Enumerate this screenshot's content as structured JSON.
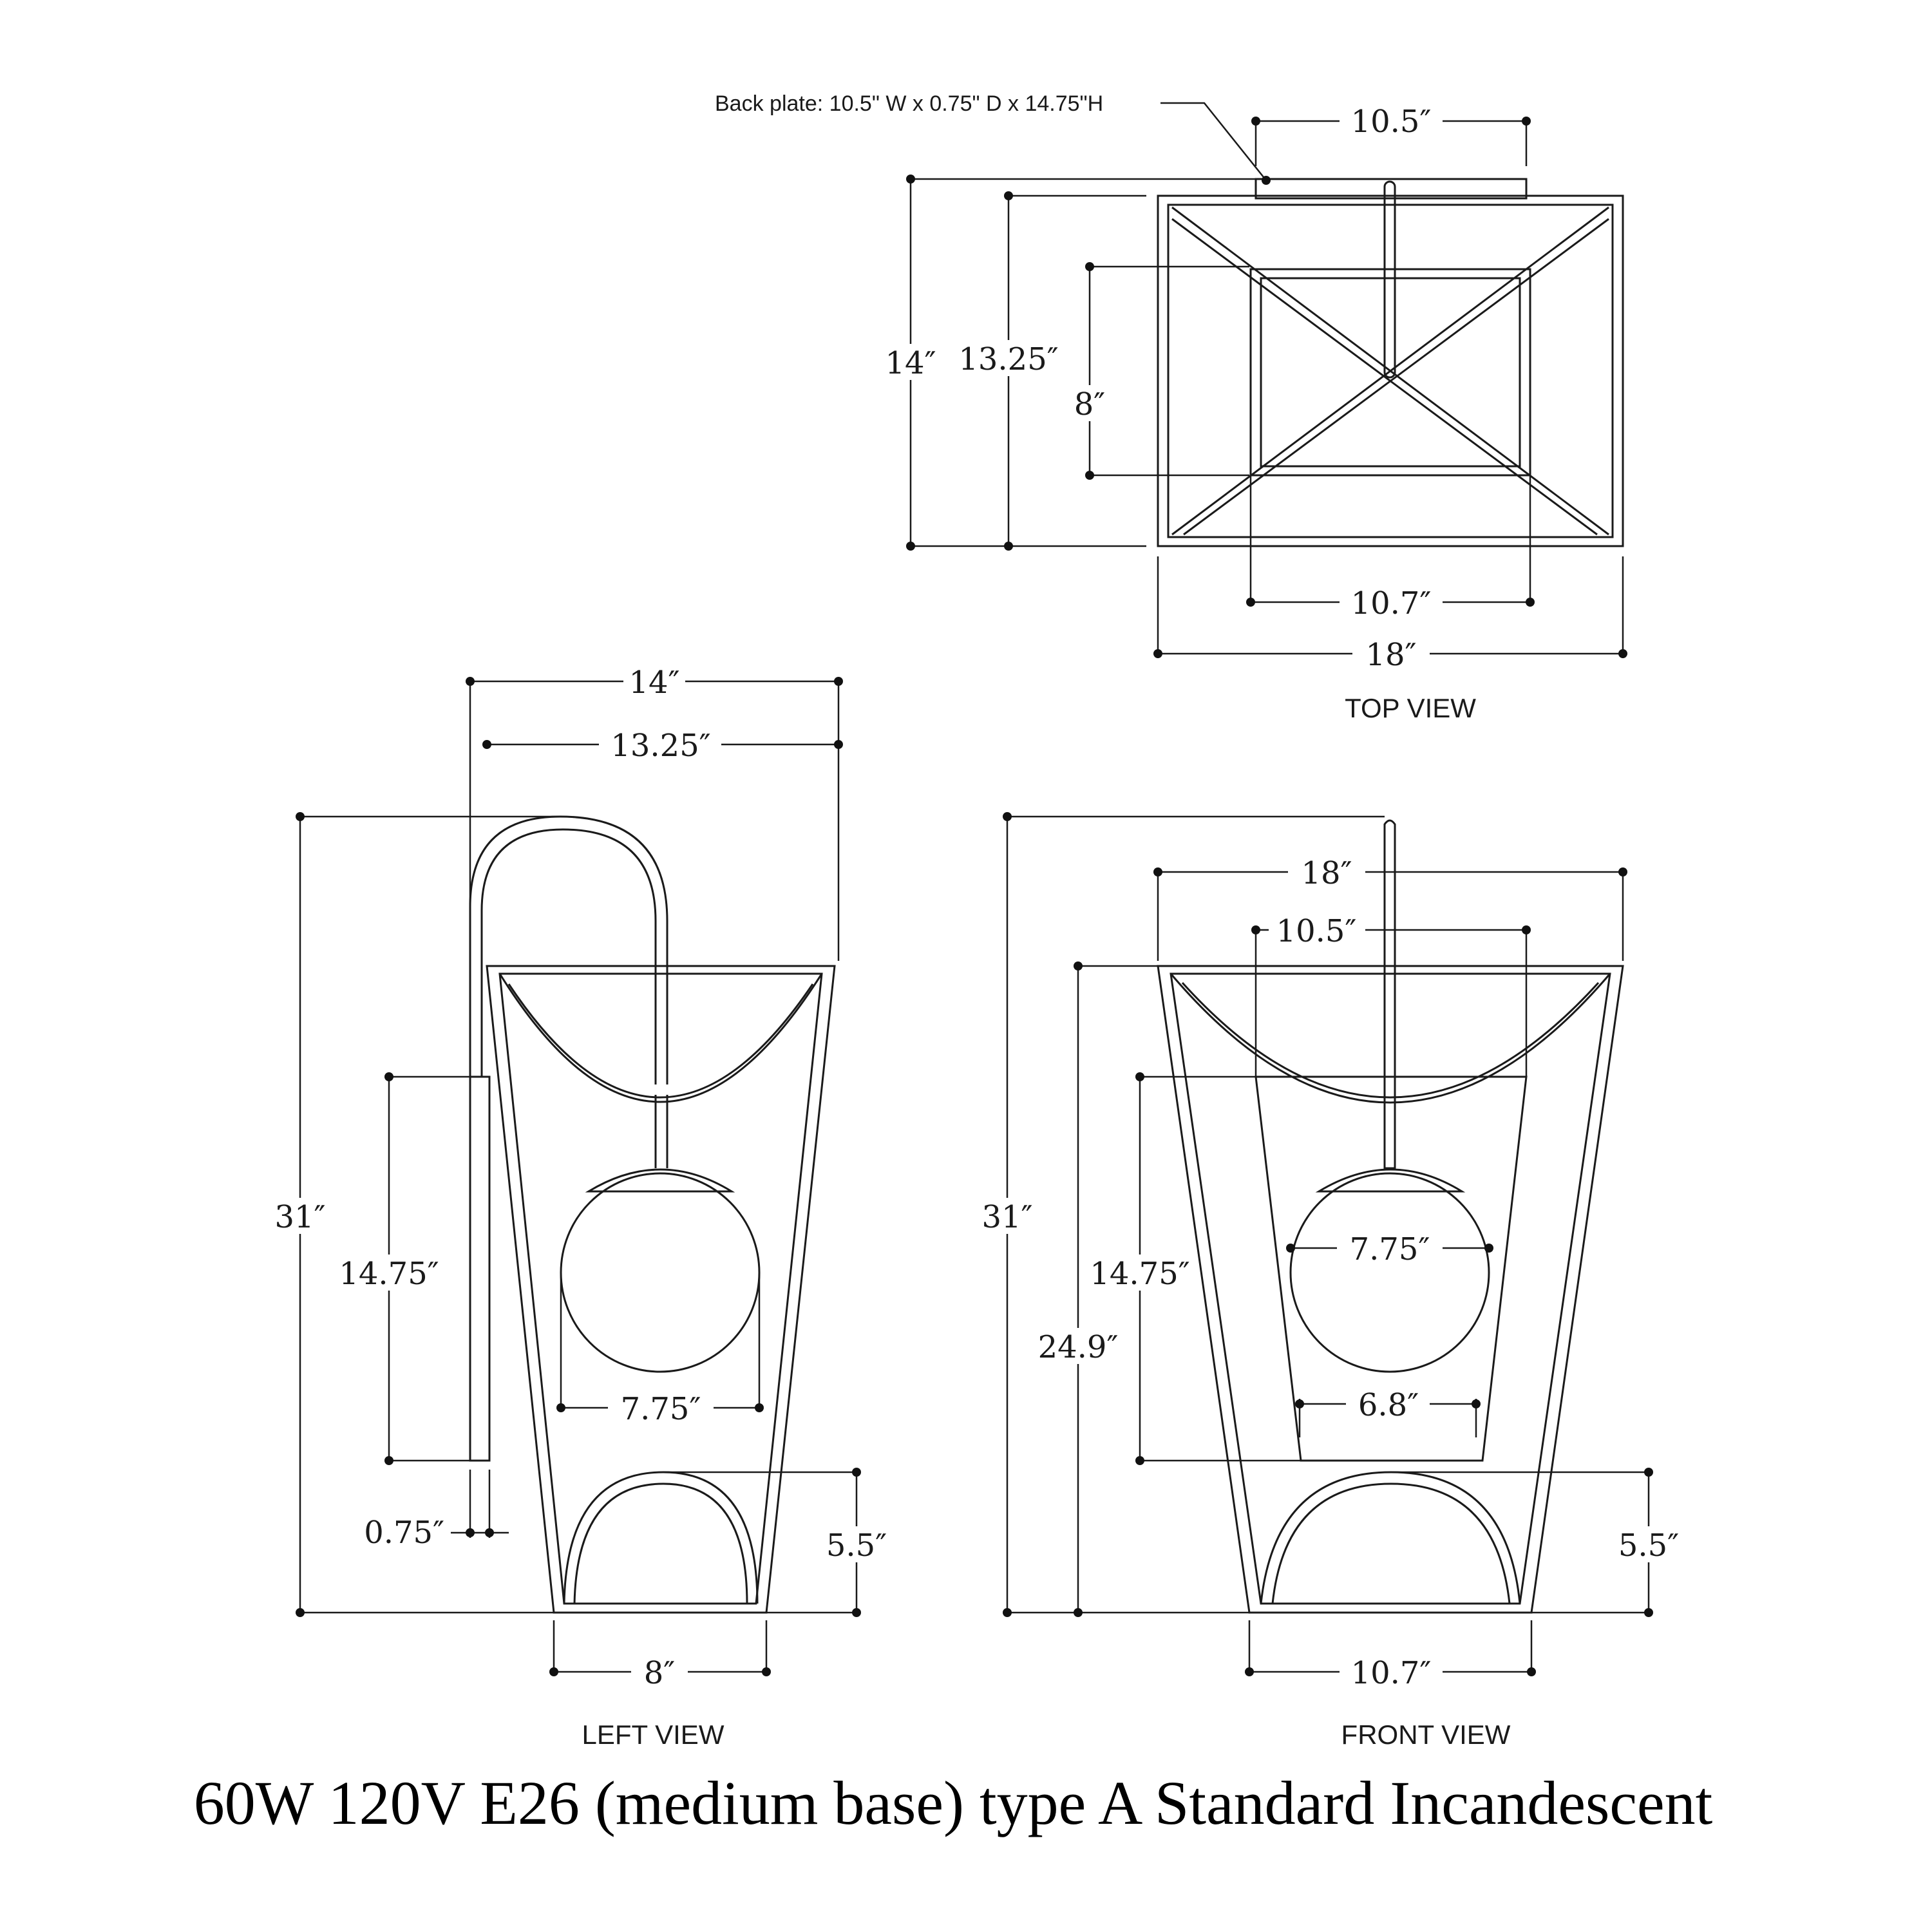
{
  "top_view": {
    "caption": "TOP VIEW",
    "back_plate_note": "Back plate: 10.5\" W x 0.75\" D x 14.75\"H",
    "dim_top_width": "10.5″",
    "dim_outer_depth": "14″",
    "dim_inner_depth": "13.25″",
    "dim_inner_box": "8″",
    "dim_inner_width": "10.7″",
    "dim_outer_width": "18″"
  },
  "left_view": {
    "caption": "LEFT VIEW",
    "dim_depth": "14″",
    "dim_shade_depth": "13.25″",
    "dim_height": "31″",
    "dim_backplate_height": "14.75″",
    "dim_backplate_depth": "0.75″",
    "dim_globe": "7.75″",
    "dim_arch": "5.5″",
    "dim_bottom": "8″"
  },
  "front_view": {
    "caption": "FRONT VIEW",
    "dim_width": "18″",
    "dim_backplate_width": "10.5″",
    "dim_height": "31″",
    "dim_shade_height": "24.9″",
    "dim_backplate_height": "14.75″",
    "dim_globe": "7.75″",
    "dim_inner": "6.8″",
    "dim_arch": "5.5″",
    "dim_bottom": "10.7″"
  },
  "bulb_spec": "60W 120V E26 (medium base) type A Standard Incandescent"
}
